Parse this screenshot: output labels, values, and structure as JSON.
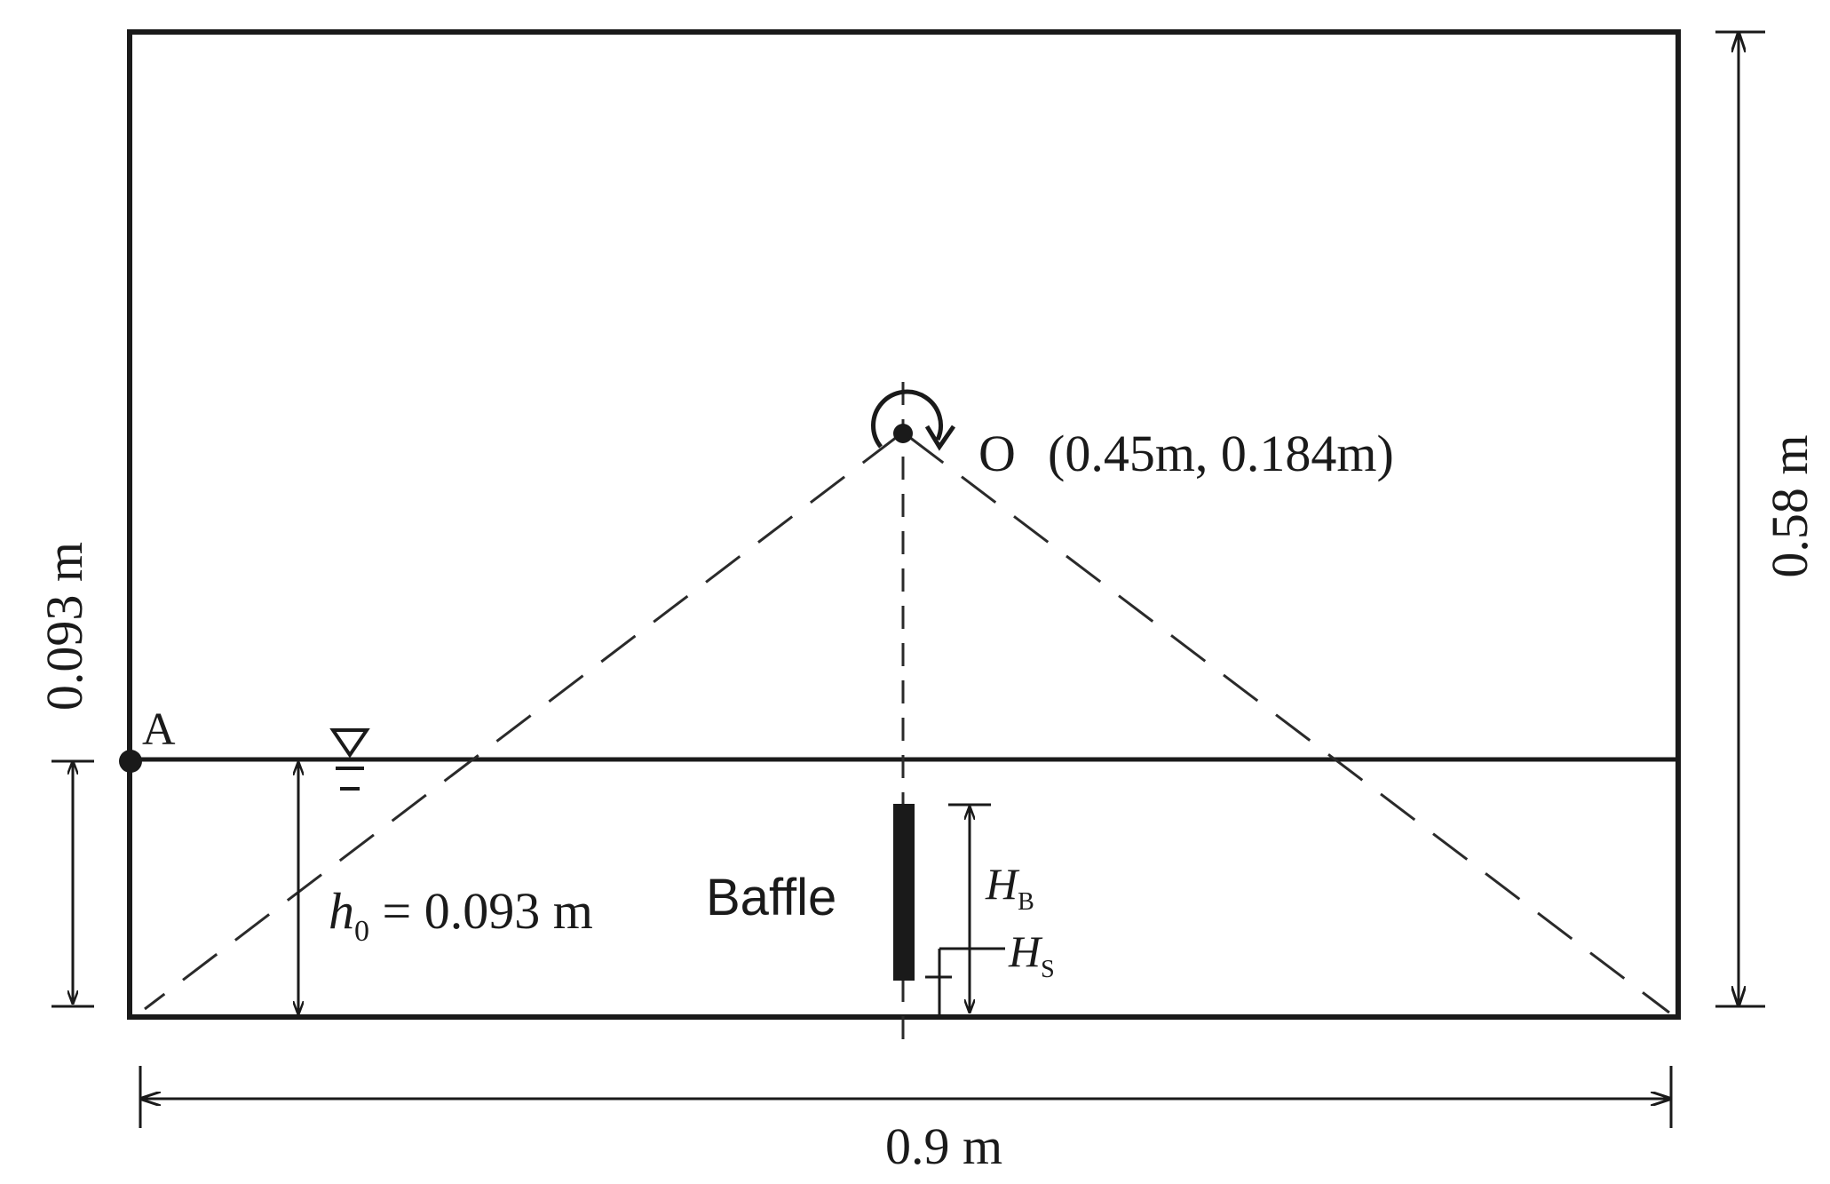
{
  "colors": {
    "ink": "#1a1a1a",
    "dash": "#2a2a2a",
    "background": "#ffffff"
  },
  "icons": {
    "rotation": "clockwise-rotation-arrow-icon",
    "free_surface": "water-level-triangle-icon",
    "point_marker": "filled-dot-icon"
  },
  "labels": {
    "point_a": "A",
    "point_o": "O",
    "point_o_coords": "(0.45m, 0.184m)",
    "baffle": "Baffle",
    "h0_var": "h",
    "h0_sub": "0",
    "h0_value": " = 0.093 m",
    "hb_var": "H",
    "hb_sub": "B",
    "hs_var": "H",
    "hs_sub": "S",
    "left_dim": "0.093 m",
    "right_dim": "0.58 m",
    "bottom_dim": "0.9 m"
  }
}
